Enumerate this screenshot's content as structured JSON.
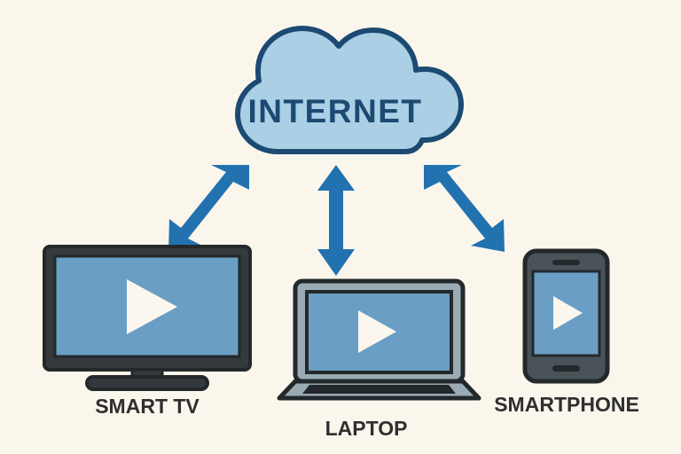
{
  "diagram": {
    "title": "INTERNET",
    "background_color": "#faf6ec",
    "cloud": {
      "label": "INTERNET",
      "fill_color": "#abd0e6",
      "stroke_color": "#1c4a72",
      "text_color": "#1c4a72"
    },
    "arrow_color": "#2272b0",
    "connections": [
      {
        "name": "internet-to-smart-tv",
        "direction": "bidirectional",
        "orientation": "diagonal-left"
      },
      {
        "name": "internet-to-laptop",
        "direction": "bidirectional",
        "orientation": "vertical"
      },
      {
        "name": "internet-to-smartphone",
        "direction": "bidirectional",
        "orientation": "diagonal-right"
      }
    ],
    "devices": [
      {
        "id": "smart-tv",
        "label": "SMART TV",
        "body_color": "#33393d",
        "screen_color": "#6a9ec4",
        "play_icon_color": "#fbf7ee",
        "has_play_button": true
      },
      {
        "id": "laptop",
        "label": "LAPTOP",
        "body_color": "#9aabb4",
        "screen_color": "#6a9ec4",
        "play_icon_color": "#fbf7ee",
        "has_play_button": true
      },
      {
        "id": "smartphone",
        "label": "SMARTPHONE",
        "body_color": "#4a5358",
        "screen_color": "#6a9ec4",
        "play_icon_color": "#fbf7ee",
        "has_play_button": true
      }
    ]
  }
}
